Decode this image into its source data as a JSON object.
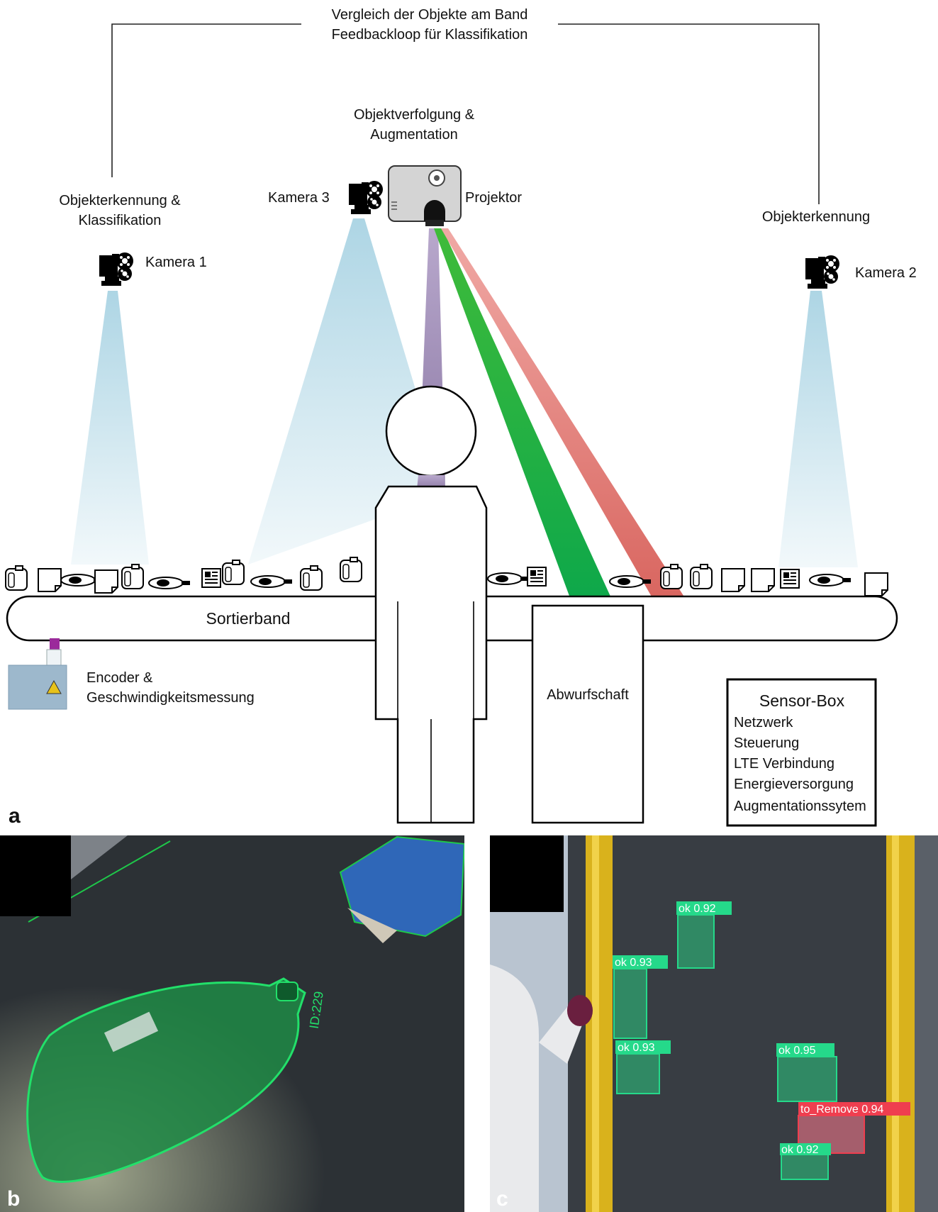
{
  "diagram": {
    "feedback_line1": "Vergleich der Objekte am Band",
    "feedback_line2": "Feedbackloop für Klassifikation",
    "tracking_line1": "Objektverfolgung &",
    "tracking_line2": "Augmentation",
    "detect_class_line1": "Objekterkennung &",
    "detect_class_line2": "Klassifikation",
    "detection": "Objekterkennung",
    "camera1": "Kamera 1",
    "camera2": "Kamera 2",
    "camera3": "Kamera 3",
    "projector": "Projektor",
    "belt": "Sortierband",
    "encoder_line1": "Encoder &",
    "encoder_line2": "Geschwindigkeitsmessung",
    "chute": "Abwurfschaft",
    "sensor_box": {
      "title": "Sensor-Box",
      "items": [
        "Netzwerk",
        "Steuerung",
        "LTE Verbindung",
        "Energieversorgung",
        "Augmentationssytem"
      ]
    }
  },
  "panels": {
    "a": "a",
    "b": "b",
    "c": "c",
    "b_tracking_id": "ID:229",
    "c_detections": [
      "ok 0.92",
      "ok 0.93",
      "ok 0.93",
      "ok 0.95",
      "to_Remove 0.94",
      "ok 0.92"
    ]
  },
  "colors": {
    "beam_blue": "#a9d3e3",
    "beam_purple": "#9a86b0",
    "beam_green": "#1aa33a",
    "beam_red": "#e58a86",
    "ok_box": "#25d98a",
    "remove_box": "#ef3e4f"
  }
}
